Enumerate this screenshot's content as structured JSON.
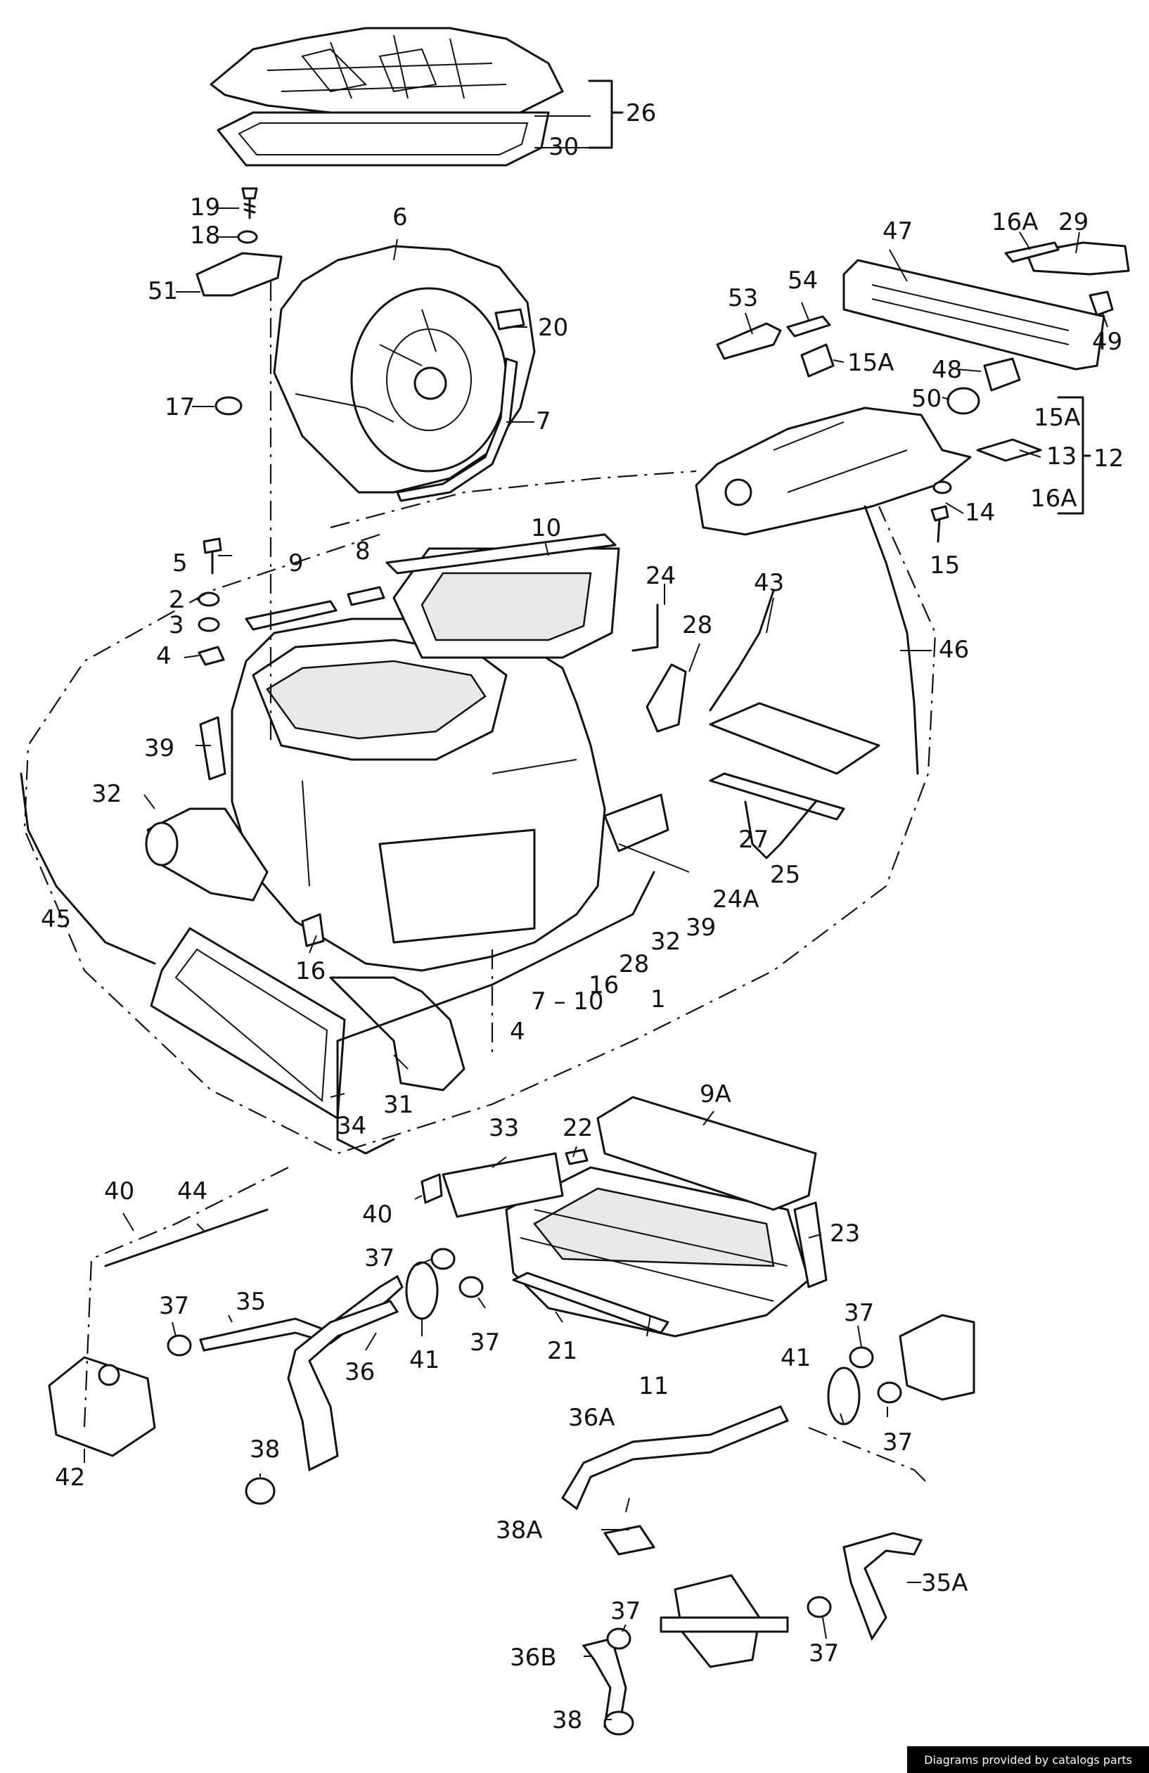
{
  "labels": {
    "l26": "26",
    "l30": "30",
    "l19": "19",
    "l18": "18",
    "l6": "6",
    "l51": "51",
    "l20": "20",
    "l17": "17",
    "l7": "7",
    "l47": "47",
    "l16A_top": "16A",
    "l29": "29",
    "l53": "53",
    "l54": "54",
    "l49": "49",
    "l15A_mid": "15A",
    "l48": "48",
    "l50": "50",
    "l15A_right": "15A",
    "l13": "13",
    "l12": "12",
    "l16A_right": "16A",
    "l14": "14",
    "l15": "15",
    "l10": "10",
    "l5": "5",
    "l9": "9",
    "l8": "8",
    "l2": "2",
    "l3": "3",
    "l4": "4",
    "l24": "24",
    "l43": "43",
    "l28": "28",
    "l46": "46",
    "l39": "39",
    "l32": "32",
    "l27": "27",
    "l25": "25",
    "l24A": "24A",
    "l39b": "39",
    "l32b": "32",
    "l28b": "28",
    "l16b": "16",
    "l7_10": "7 – 10",
    "l1": "1",
    "l4b": "4",
    "l45": "45",
    "l16": "16",
    "l31": "31",
    "l34": "34",
    "l9A": "9A",
    "l33": "33",
    "l22": "22",
    "l40a": "40",
    "l44": "44",
    "l40b": "40",
    "l23": "23",
    "l37a": "37",
    "l35": "35",
    "l37b": "37",
    "l36": "36",
    "l41a": "41",
    "l37c": "37",
    "l21": "21",
    "l11": "11",
    "l42": "42",
    "l38": "38",
    "l37d": "37",
    "l41b": "41",
    "l37e": "37",
    "l36A": "36A",
    "l38A": "38A",
    "l35A": "35A",
    "l37f": "37",
    "l37g": "37",
    "l36B": "36B",
    "l38b": "38"
  },
  "credit": "Diagrams provided by catalogs parts",
  "colors": {
    "ink": "#111111",
    "paper": "#ffffff",
    "credit_bg": "#000000"
  }
}
